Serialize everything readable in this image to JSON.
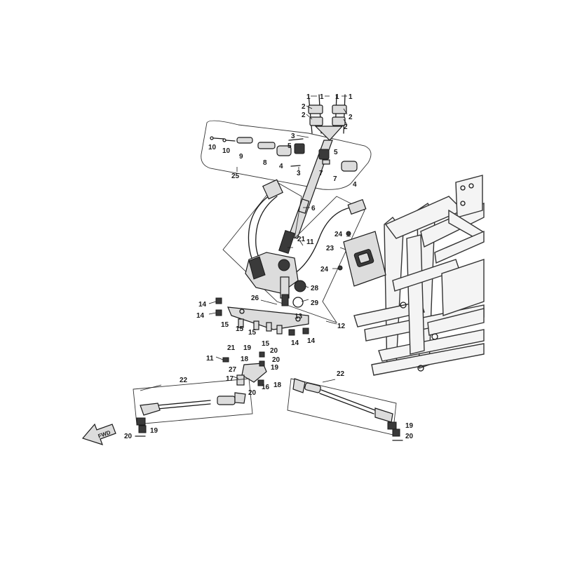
{
  "callouts": [
    {
      "id": "c1a",
      "text": "1"
    },
    {
      "id": "c1b",
      "text": "1"
    },
    {
      "id": "c1c",
      "text": "1"
    },
    {
      "id": "c1d",
      "text": "1"
    },
    {
      "id": "c2a",
      "text": "2"
    },
    {
      "id": "c2b",
      "text": "2"
    },
    {
      "id": "c2c",
      "text": "2"
    },
    {
      "id": "c2d",
      "text": "2"
    },
    {
      "id": "c3a",
      "text": "3"
    },
    {
      "id": "c3b",
      "text": "3"
    },
    {
      "id": "c4a",
      "text": "4"
    },
    {
      "id": "c4b",
      "text": "4"
    },
    {
      "id": "c5a",
      "text": "5"
    },
    {
      "id": "c5b",
      "text": "5"
    },
    {
      "id": "c6",
      "text": "6"
    },
    {
      "id": "c7a",
      "text": "7"
    },
    {
      "id": "c7b",
      "text": "7"
    },
    {
      "id": "c8",
      "text": "8"
    },
    {
      "id": "c9",
      "text": "9"
    },
    {
      "id": "c10a",
      "text": "10"
    },
    {
      "id": "c10b",
      "text": "10"
    },
    {
      "id": "c11a",
      "text": "11"
    },
    {
      "id": "c11b",
      "text": "11"
    },
    {
      "id": "c12",
      "text": "12"
    },
    {
      "id": "c13",
      "text": "13"
    },
    {
      "id": "c14a",
      "text": "14"
    },
    {
      "id": "c14b",
      "text": "14"
    },
    {
      "id": "c14c",
      "text": "14"
    },
    {
      "id": "c14d",
      "text": "14"
    },
    {
      "id": "c15a",
      "text": "15"
    },
    {
      "id": "c15b",
      "text": "15"
    },
    {
      "id": "c15c",
      "text": "15"
    },
    {
      "id": "c15d",
      "text": "15"
    },
    {
      "id": "c16",
      "text": "16"
    },
    {
      "id": "c17",
      "text": "17"
    },
    {
      "id": "c18a",
      "text": "18"
    },
    {
      "id": "c18b",
      "text": "18"
    },
    {
      "id": "c19a",
      "text": "19"
    },
    {
      "id": "c19b",
      "text": "19"
    },
    {
      "id": "c19c",
      "text": "19"
    },
    {
      "id": "c19d",
      "text": "19"
    },
    {
      "id": "c20a",
      "text": "20"
    },
    {
      "id": "c20b",
      "text": "20"
    },
    {
      "id": "c20c",
      "text": "20"
    },
    {
      "id": "c20d",
      "text": "20"
    },
    {
      "id": "c20e",
      "text": "20"
    },
    {
      "id": "c21a",
      "text": "21"
    },
    {
      "id": "c21b",
      "text": "21"
    },
    {
      "id": "c22a",
      "text": "22"
    },
    {
      "id": "c22b",
      "text": "22"
    },
    {
      "id": "c23",
      "text": "23"
    },
    {
      "id": "c24a",
      "text": "24"
    },
    {
      "id": "c24b",
      "text": "24"
    },
    {
      "id": "c25",
      "text": "25"
    },
    {
      "id": "c26",
      "text": "26"
    },
    {
      "id": "c27",
      "text": "27"
    },
    {
      "id": "c28",
      "text": "28"
    },
    {
      "id": "c29",
      "text": "29"
    }
  ],
  "fwd_label": "FWD"
}
